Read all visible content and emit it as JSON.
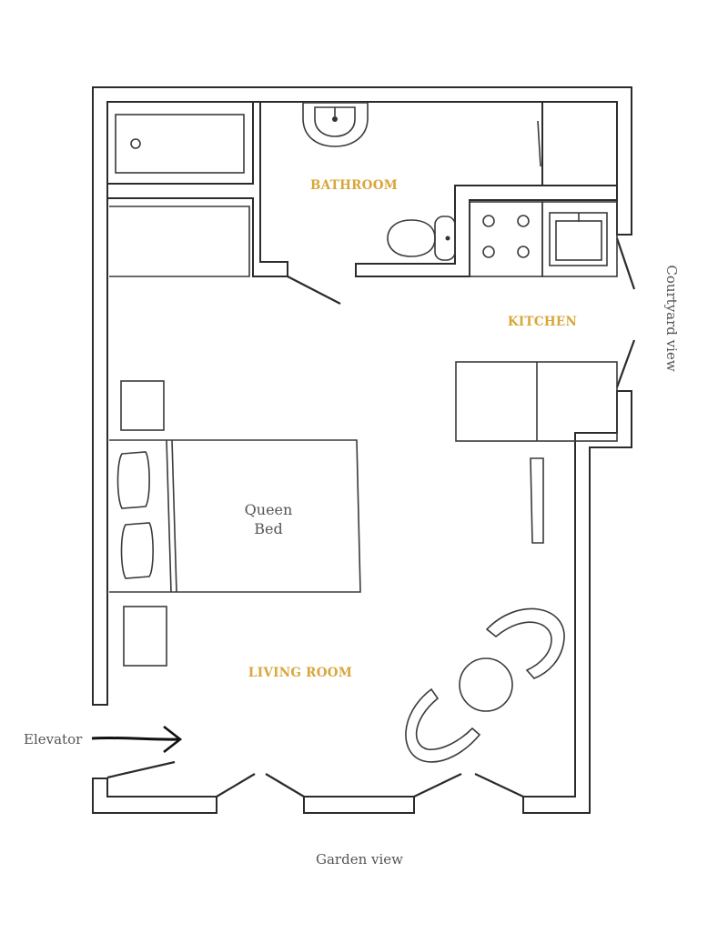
{
  "rooms": {
    "bathroom": "BATHROOM",
    "kitchen": "KITCHEN",
    "living_room": "LIVING ROOM"
  },
  "furniture": {
    "bed_line1": "Queen",
    "bed_line2": "Bed"
  },
  "annotations": {
    "elevator": "Elevator",
    "courtyard_view": "Courtyard view",
    "garden_view": "Garden view"
  },
  "colors": {
    "room_label": "#d9a63a",
    "line": "#2b2b2b"
  }
}
